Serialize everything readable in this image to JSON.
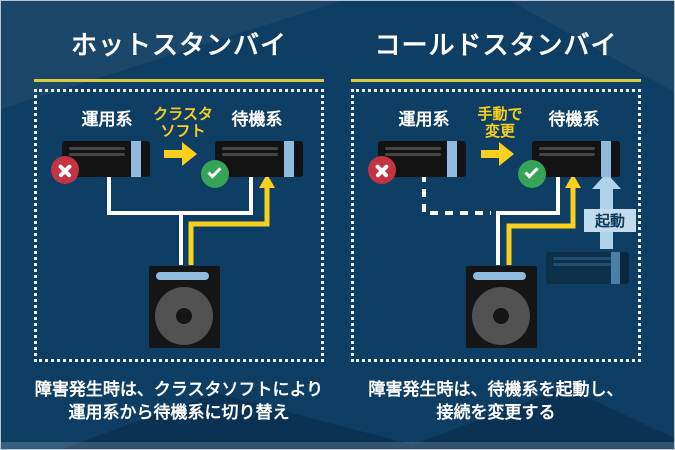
{
  "colors": {
    "background": "#0e3e63",
    "accent_yellow": "#f9d11c",
    "title_underline_yellow": "#d9c93f",
    "text_white": "#ffffff",
    "server_black": "#131313",
    "server_stripe_blue": "#8fbbdf",
    "error_red": "#c43341",
    "ok_green": "#36a457",
    "boot_arrow_blue": "#aed3e9",
    "boot_label_bg": "#c0dcee",
    "off_server_navy": "#0d3049"
  },
  "panels": [
    {
      "title": "ホットスタンバイ",
      "system_left_label": "運用系",
      "failover_method_line1": "クラスタ",
      "failover_method_line2": "ソフト",
      "system_right_label": "待機系",
      "caption_line1": "障害発生時は、クラスタソフトにより",
      "caption_line2": "運用系から待機系に切り替え"
    },
    {
      "title": "コールドスタンバイ",
      "system_left_label": "運用系",
      "failover_method_line1": "手動で",
      "failover_method_line2": "変更",
      "system_right_label": "待機系",
      "boot_label": "起動",
      "caption_line1": "障害発生時は、待機系を起動し、",
      "caption_line2": "接続を変更する"
    }
  ]
}
